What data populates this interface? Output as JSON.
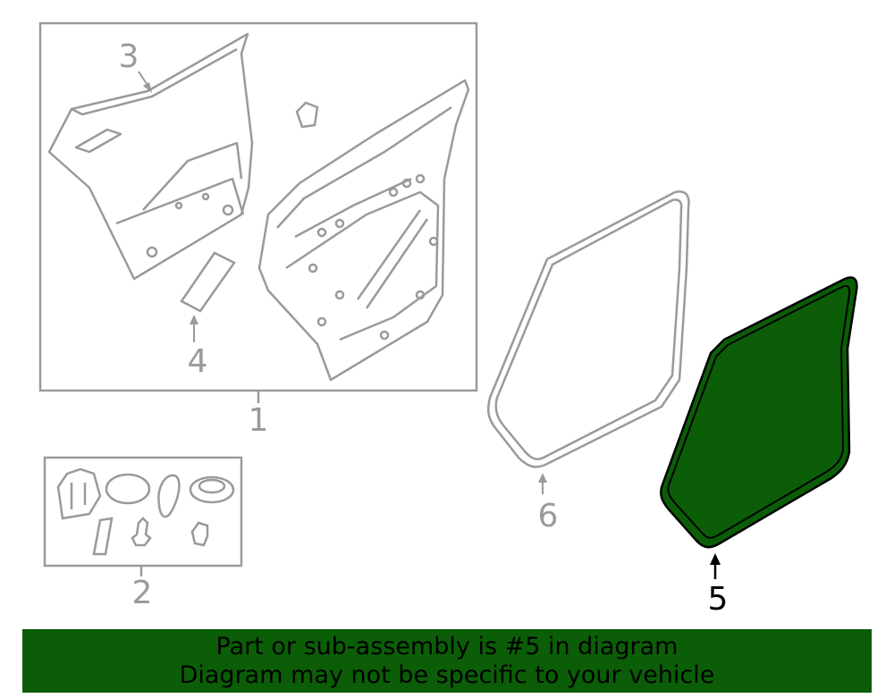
{
  "callouts": {
    "door_assembly": "1",
    "hardware_kit": "2",
    "outer_panel": "3",
    "insulator": "4",
    "weatherstrip": "5",
    "door_seal": "6"
  },
  "banner": {
    "line1": "Part or sub-assembly is #5 in diagram",
    "line2": "Diagram may not be specific to your vehicle"
  },
  "colors": {
    "highlight": "#0b5e07",
    "line_art": "#9a9a9a",
    "active_text": "#000000"
  }
}
